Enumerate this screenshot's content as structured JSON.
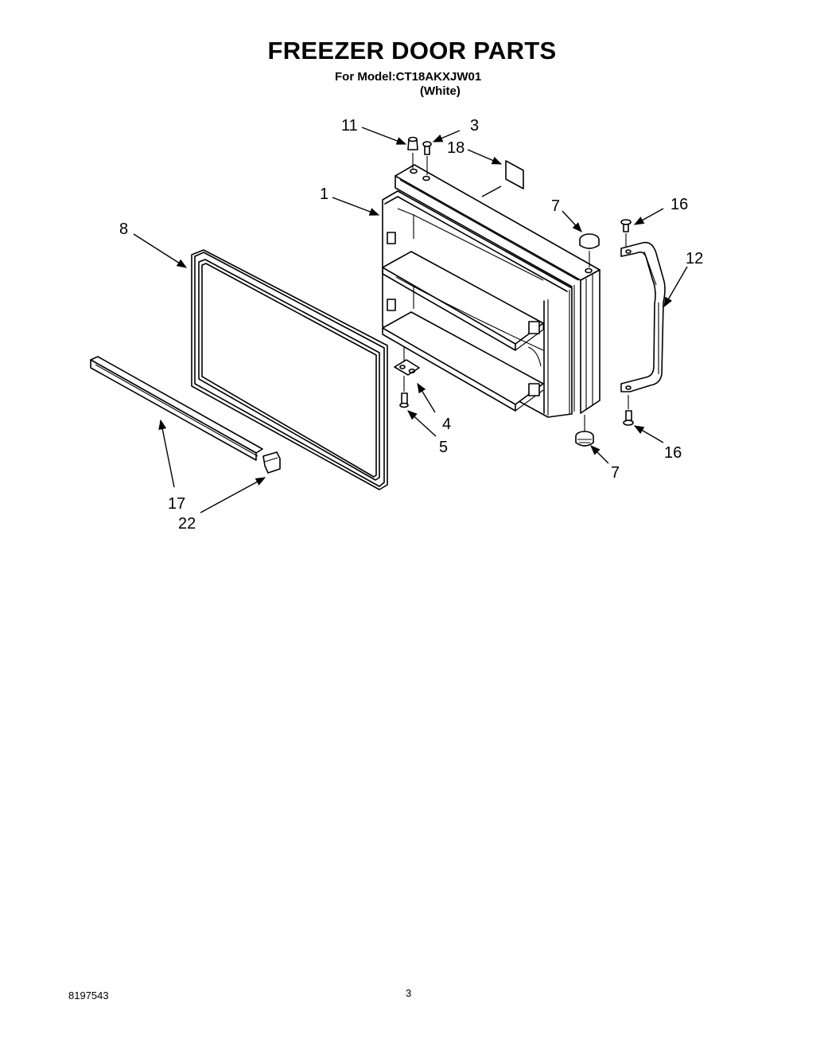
{
  "header": {
    "title": "FREEZER DOOR PARTS",
    "model_line": "For Model:CT18AKXJW01",
    "variant": "(White)"
  },
  "callouts": {
    "c11": "11",
    "c3": "3",
    "c18": "18",
    "c1": "1",
    "c7_top": "7",
    "c16_top": "16",
    "c8": "8",
    "c12": "12",
    "c4": "4",
    "c5": "5",
    "c7_bottom": "7",
    "c16_bottom": "16",
    "c17": "17",
    "c22": "22"
  },
  "footer": {
    "doc_number": "8197543",
    "page_number": "3"
  }
}
